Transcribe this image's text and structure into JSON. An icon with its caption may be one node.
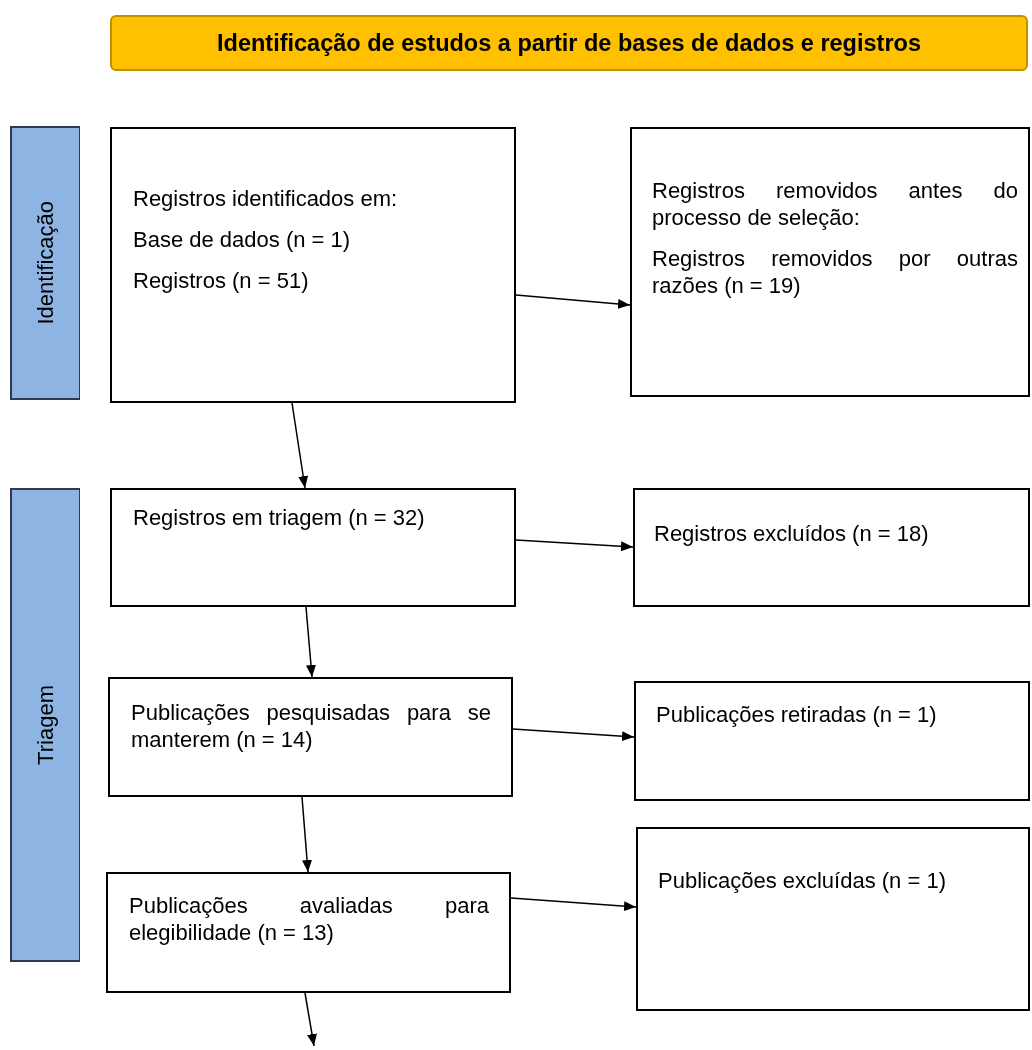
{
  "diagram": {
    "nodes": [
      {
        "text": [
          "Identificação de estudos a partir de bases de dados e registros"
        ]
      },
      {
        "text": [
          "Identificação"
        ]
      },
      {
        "text": [
          "Registros identificados em:",
          "Base de dados (n = 1)",
          "Registros (n = 51)"
        ]
      },
      {
        "text": [
          "Registros removidos antes do processo de seleção:",
          "Registros removidos por outras razões (n = 19)"
        ]
      },
      {
        "text": [
          "Triagem"
        ]
      },
      {
        "text": [
          "Registros em triagem (n = 32)"
        ]
      },
      {
        "text": [
          "Registros excluídos (n = 18)"
        ]
      },
      {
        "text": [
          "Publicações pesquisadas para se manterem (n = 14)"
        ]
      },
      {
        "text": [
          "Publicações retiradas (n = 1)"
        ]
      },
      {
        "text": [
          "Publicações avaliadas para elegibilidade (n = 13)"
        ]
      },
      {
        "text": [
          "Publicações excluídas (n = 1)"
        ]
      }
    ],
    "edges": [
      {
        "from": 2,
        "to": 3,
        "arrow": "to"
      },
      {
        "from": 2,
        "to": 5,
        "arrow": "to"
      },
      {
        "from": 5,
        "to": 6,
        "arrow": "to"
      },
      {
        "from": 5,
        "to": 7,
        "arrow": "to"
      },
      {
        "from": 7,
        "to": 8,
        "arrow": "to"
      },
      {
        "from": 7,
        "to": 9,
        "arrow": "to"
      },
      {
        "from": 9,
        "to": 10,
        "arrow": "to"
      },
      {
        "from": 9,
        "to": null,
        "arrow": "to"
      }
    ]
  }
}
